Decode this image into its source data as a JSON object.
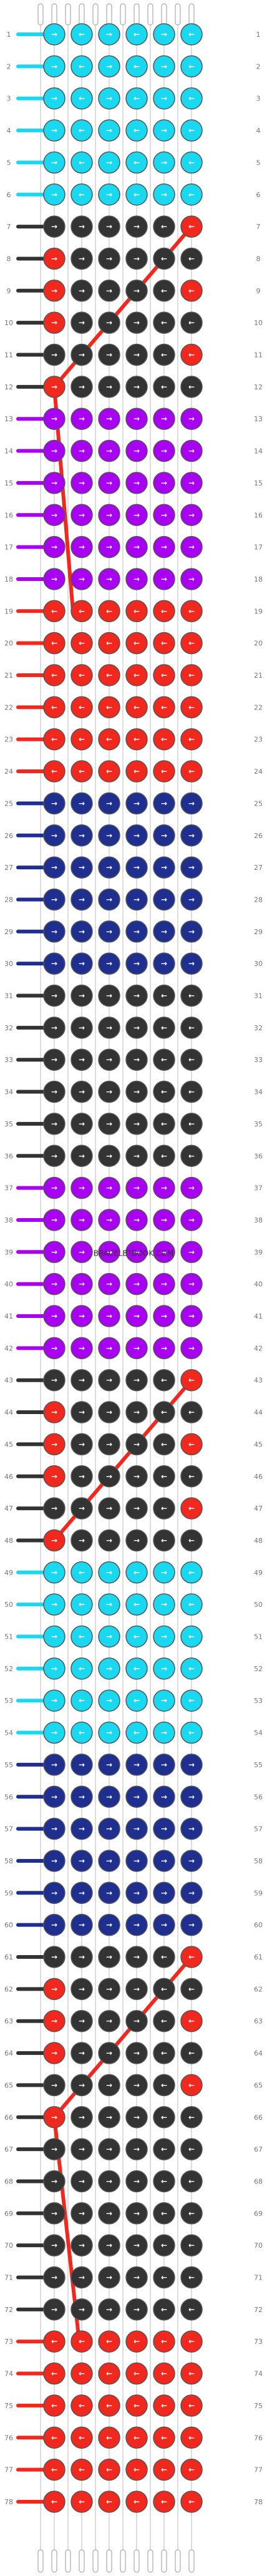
{
  "watermark": "BRACELETBOOK.COM",
  "colors": {
    "cyan": "#1ad8f0",
    "black": "#333333",
    "red": "#f0281e",
    "purple": "#a800f0",
    "navy": "#1e2f8f",
    "white_string": "#ffffff",
    "label": "#777777"
  },
  "pattern": {
    "strings": 12,
    "knots_per_row": 6,
    "row_labels": [
      "1",
      "2",
      "3",
      "4",
      "5",
      "6",
      "7",
      "8",
      "9",
      "10",
      "11",
      "12",
      "13",
      "14",
      "15",
      "16",
      "17",
      "18",
      "19",
      "20",
      "21",
      "22",
      "23",
      "24",
      "25",
      "26",
      "27",
      "28",
      "29",
      "30",
      "31",
      "32",
      "33",
      "34",
      "35",
      "36",
      "37",
      "38",
      "39",
      "40",
      "41",
      "42",
      "43",
      "44",
      "45",
      "46",
      "47",
      "48",
      "49",
      "50",
      "51",
      "52",
      "53",
      "54",
      "55",
      "56",
      "57",
      "58",
      "59",
      "60",
      "61",
      "62",
      "63",
      "64",
      "65",
      "66",
      "67",
      "68",
      "69",
      "70",
      "71",
      "72",
      "73",
      "74",
      "75",
      "76",
      "77",
      "78"
    ],
    "row_colors": [
      "cyan",
      "cyan",
      "cyan",
      "cyan",
      "cyan",
      "cyan",
      "black",
      "black",
      "black",
      "black",
      "black",
      "black",
      "purple",
      "purple",
      "purple",
      "purple",
      "purple",
      "purple",
      "red",
      "red",
      "red",
      "red",
      "red",
      "red",
      "navy",
      "navy",
      "navy",
      "navy",
      "navy",
      "navy",
      "black",
      "black",
      "black",
      "black",
      "black",
      "black",
      "purple",
      "purple",
      "purple",
      "purple",
      "purple",
      "purple",
      "black",
      "black",
      "black",
      "black",
      "black",
      "black",
      "cyan",
      "cyan",
      "cyan",
      "cyan",
      "cyan",
      "cyan",
      "navy",
      "navy",
      "navy",
      "navy",
      "navy",
      "navy",
      "black",
      "black",
      "black",
      "black",
      "black",
      "black",
      "black",
      "black",
      "black",
      "black",
      "black",
      "black",
      "red",
      "red",
      "red",
      "red",
      "red",
      "red"
    ],
    "accent_knots": [
      {
        "row": 7,
        "knot": 5,
        "color": "red"
      },
      {
        "row": 8,
        "knot": 0,
        "color": "red"
      },
      {
        "row": 9,
        "knot": 0,
        "color": "red"
      },
      {
        "row": 9,
        "knot": 5,
        "color": "red"
      },
      {
        "row": 10,
        "knot": 0,
        "color": "red"
      },
      {
        "row": 11,
        "knot": 5,
        "color": "red"
      },
      {
        "row": 12,
        "knot": 0,
        "color": "red"
      },
      {
        "row": 43,
        "knot": 5,
        "color": "red"
      },
      {
        "row": 44,
        "knot": 0,
        "color": "red"
      },
      {
        "row": 45,
        "knot": 0,
        "color": "red"
      },
      {
        "row": 45,
        "knot": 5,
        "color": "red"
      },
      {
        "row": 46,
        "knot": 0,
        "color": "red"
      },
      {
        "row": 47,
        "knot": 5,
        "color": "red"
      },
      {
        "row": 48,
        "knot": 0,
        "color": "red"
      },
      {
        "row": 61,
        "knot": 5,
        "color": "red"
      },
      {
        "row": 62,
        "knot": 0,
        "color": "red"
      },
      {
        "row": 63,
        "knot": 0,
        "color": "red"
      },
      {
        "row": 63,
        "knot": 5,
        "color": "red"
      },
      {
        "row": 64,
        "knot": 0,
        "color": "red"
      },
      {
        "row": 65,
        "knot": 5,
        "color": "red"
      },
      {
        "row": 66,
        "knot": 0,
        "color": "red"
      }
    ],
    "direction_pattern": {
      "cyan": [
        "→",
        "←",
        "→",
        "←",
        "→",
        "←"
      ],
      "purple": [
        "→",
        "→",
        "→",
        "→",
        "→",
        "→"
      ],
      "red": [
        "←",
        "←",
        "←",
        "←",
        "←",
        "←"
      ],
      "navy": [
        "→",
        "→",
        "→",
        "→",
        "→",
        "→"
      ],
      "black": [
        "→",
        "→",
        "→",
        "→",
        "←",
        "←"
      ]
    }
  }
}
